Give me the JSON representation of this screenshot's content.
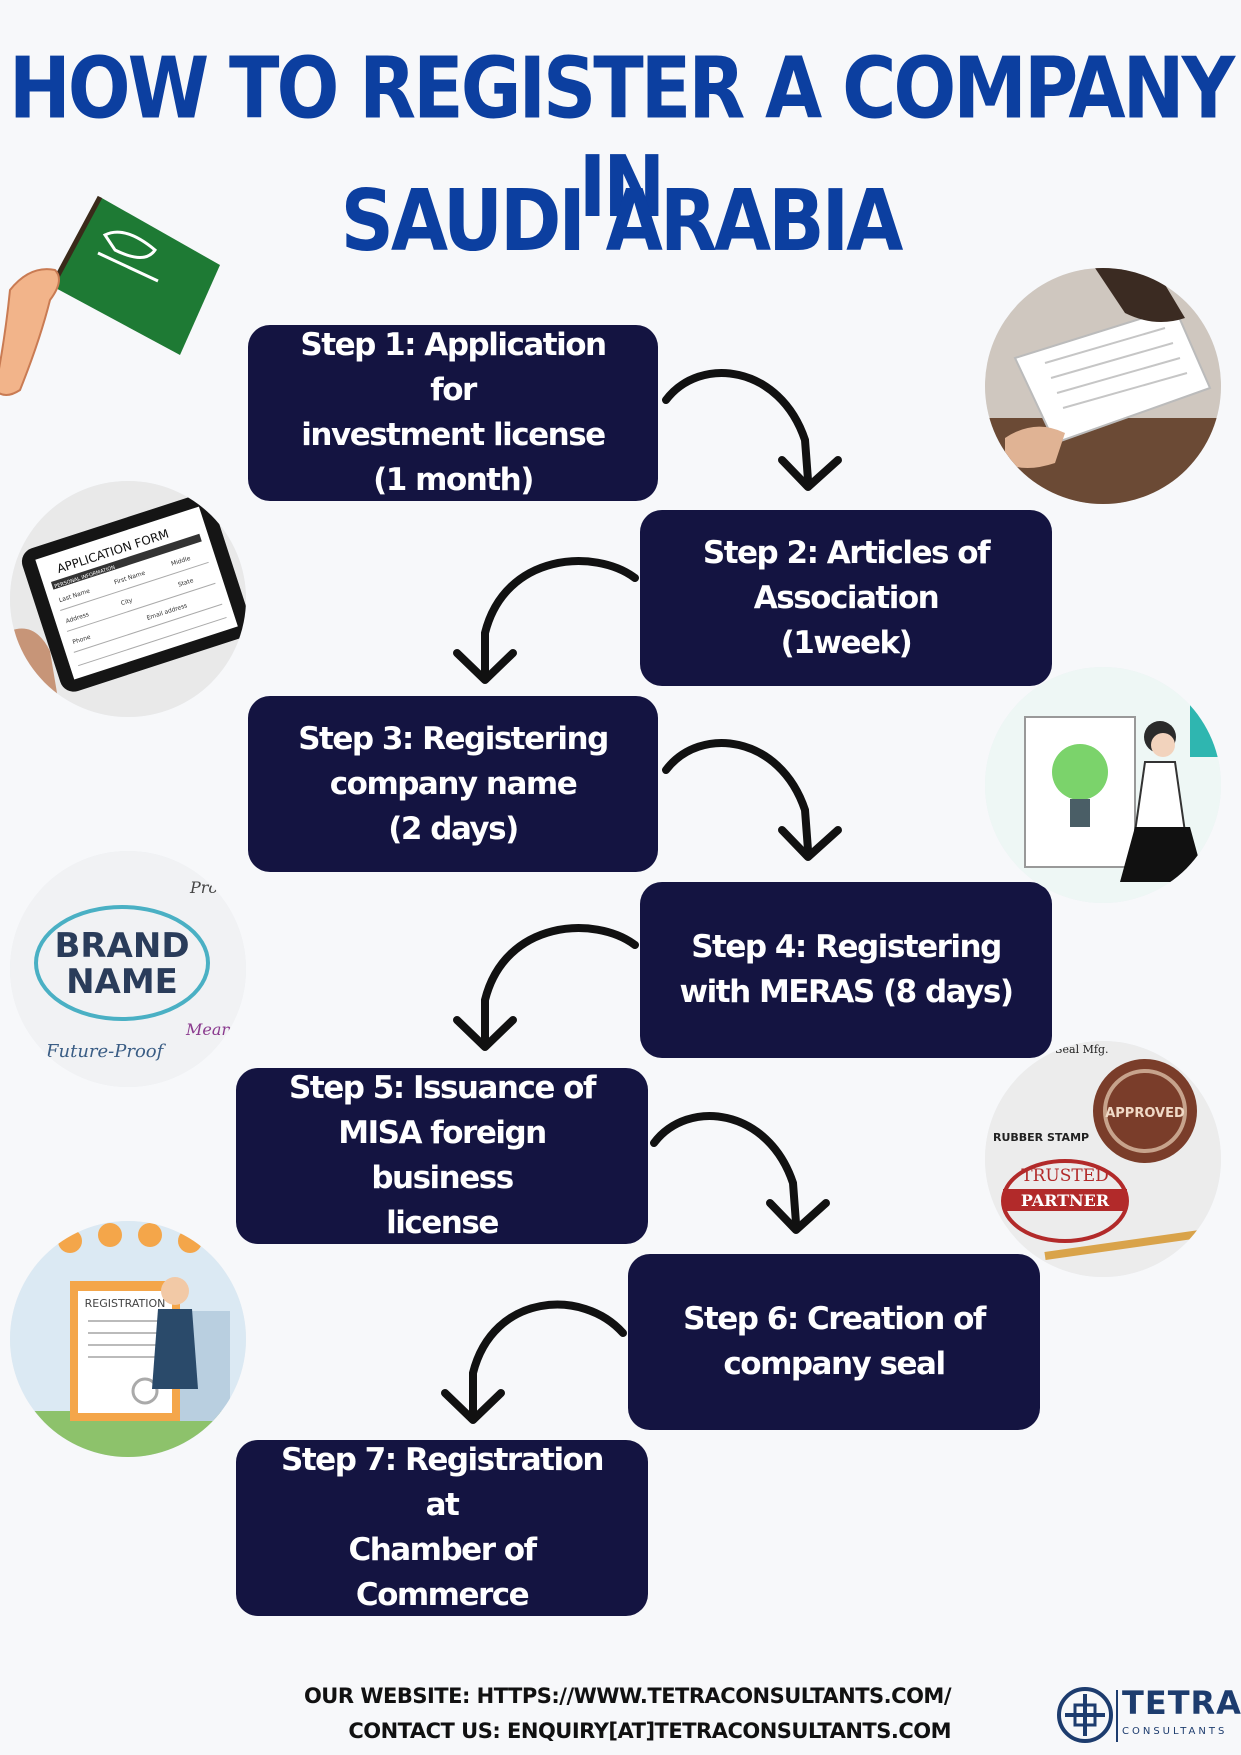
{
  "title": {
    "line1": "HOW TO REGISTER A COMPANY IN",
    "line2": "SAUDI ARABIA"
  },
  "steps": [
    {
      "text": "Step 1: Application for\ninvestment license\n(1 month)"
    },
    {
      "text": "Step 2: Articles of\nAssociation\n(1week)"
    },
    {
      "text": "Step 3: Registering\ncompany name\n(2 days)"
    },
    {
      "text": "Step 4: Registering\nwith MERAS (8 days)"
    },
    {
      "text": "Step 5: Issuance of\nMISA foreign business\nlicense"
    },
    {
      "text": "Step 6: Creation of\ncompany seal"
    },
    {
      "text": "Step 7: Registration at\nChamber of Commerce"
    }
  ],
  "images": {
    "tablet": {
      "heading": "APPLICATION FORM",
      "fields": [
        "PERSONAL INFORMATION",
        "Last Name",
        "First Name",
        "Middle",
        "Address",
        "City",
        "State",
        "Phone",
        "Email address"
      ]
    },
    "brand": {
      "line1": "BRAND",
      "line2": "NAME",
      "words": [
        "Future-Proof",
        "Mean",
        "Pro"
      ]
    },
    "stamp": {
      "label": "RUBBER STAMP",
      "seal_top": "Seal Mfg.",
      "badge": "TRUSTED",
      "ribbon": "PARTNER",
      "stamp_ring": "APPROVED"
    },
    "registration": {
      "label": "REGISTRATION"
    }
  },
  "footer": {
    "website": "OUR WEBSITE: HTTPS://WWW.TETRACONSULTANTS.COM/",
    "contact": "CONTACT US:  ENQUIRY[AT]TETRACONSULTANTS.COM"
  },
  "logo": {
    "name": "TETRA",
    "sub": "CONSULTANTS"
  },
  "colors": {
    "title": "#0c3fa0",
    "step_box": "#141441",
    "flag": "#1e7a34"
  }
}
